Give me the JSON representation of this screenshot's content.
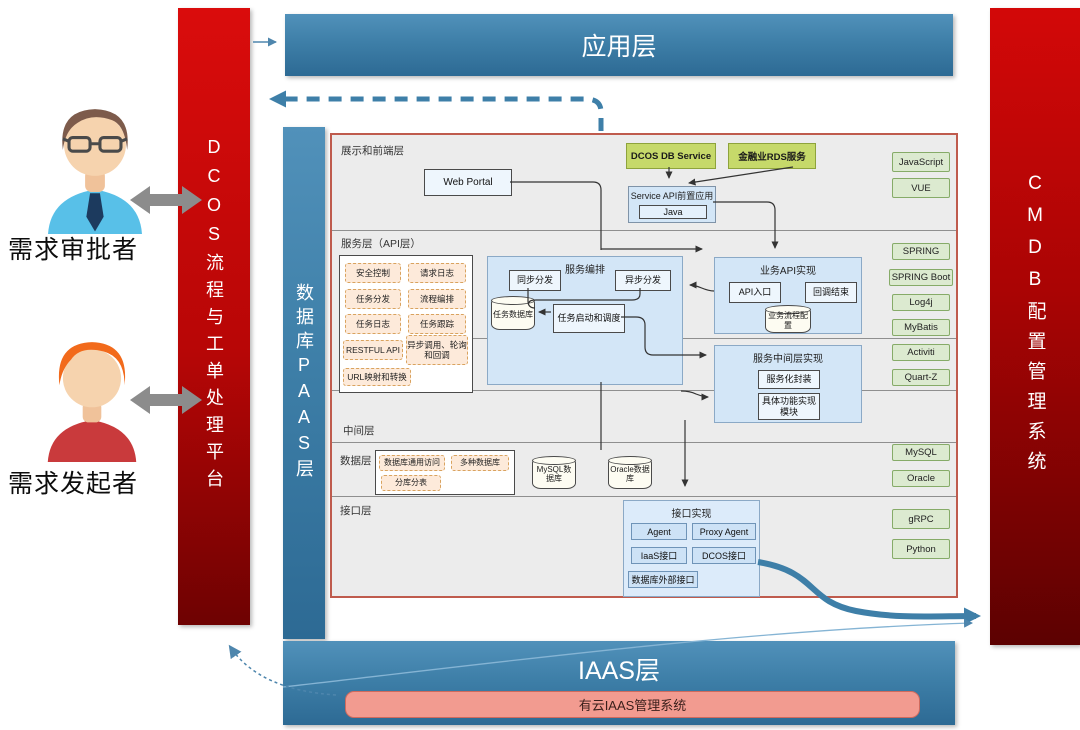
{
  "diagram": {
    "actors": {
      "approver": "需求审批者",
      "initiator": "需求发起者"
    },
    "bars": {
      "dcos_platform": "DCOS流程与工单处理平台",
      "database_paas": "数据库PAAS层",
      "application_layer": "应用层",
      "cmdb_system": "CMDB配置管理系统",
      "iaas_layer": "IAAS层",
      "iaas_management": "有云IAAS管理系统"
    },
    "layers": {
      "frontend": "展示和前端层",
      "service": "服务层（API层）",
      "middle": "中间层",
      "data": "数据层",
      "interface": "接口层"
    },
    "frontend": {
      "web_portal": "Web Portal",
      "dcos_db_service": "DCOS DB Service",
      "rds_service": "金融业RDS服务",
      "service_api": "Service API前置应用",
      "java": "Java"
    },
    "capabilities": [
      "安全控制",
      "请求日志",
      "任务分发",
      "流程编排",
      "任务日志",
      "任务跟踪",
      "RESTFUL API",
      "异步调用、轮询和回调",
      "URL映射和转换"
    ],
    "orchestration": {
      "title": "服务编排",
      "sync": "同步分发",
      "async": "异步分发",
      "task_db": "任务数据库",
      "scheduler": "任务启动和调度"
    },
    "business_api": {
      "title": "业务API实现",
      "entry": "API入口",
      "callback": "回调结束",
      "config": "业务流程配置"
    },
    "middleware": {
      "title": "服务中间层实现",
      "wrapper": "服务化封装",
      "module": "具体功能实现模块"
    },
    "data_layer": {
      "chips": [
        "数据库通用访问",
        "多种数据库",
        "分库分表"
      ],
      "mysql": "MySQL数据库",
      "oracle": "Oracle数据库"
    },
    "interface_impl": {
      "title": "接口实现",
      "items": [
        "Agent",
        "Proxy Agent",
        "IaaS接口",
        "DCOS接口",
        "数据库外部接口"
      ]
    },
    "tech": [
      "JavaScript",
      "VUE",
      "SPRING",
      "SPRING Boot",
      "Log4j",
      "MyBatis",
      "Activiti",
      "Quart-Z",
      "MySQL",
      "Oracle",
      "gRPC",
      "Python"
    ]
  },
  "icons": {
    "approver_avatar": "person-with-glasses-icon",
    "initiator_avatar": "person-icon",
    "actor_link": "gray-double-arrow-icon",
    "task_database": "database-cylinder-icon",
    "process_config": "database-cylinder-icon",
    "mysql_db": "database-cylinder-icon",
    "oracle_db": "database-cylinder-icon"
  },
  "colors": {
    "red_gradient_top": "#da0c0c",
    "red_gradient_bottom": "#6e0202",
    "blue_bar": "#3e7fa8",
    "panel_bg": "#ececec",
    "panel_border": "#bf5b4d",
    "green_box": "#c6d96a",
    "tech_box": "#dcead0",
    "blue_box": "#d3e6f7",
    "dashed_chip": "#fdeada",
    "pink_box": "#f29b90",
    "gray_arrow": "#8c8c8c",
    "connector_black": "#333333"
  }
}
